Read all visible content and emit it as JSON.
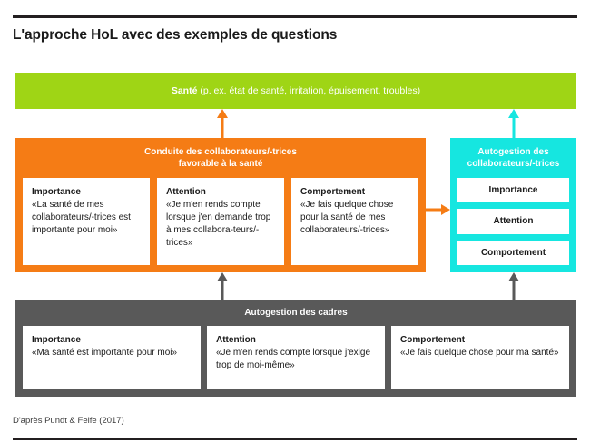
{
  "page": {
    "title": "L'approche HoL avec des exemples de questions",
    "footer_note": "D'après Pundt & Felfe (2017)"
  },
  "colors": {
    "health_green": "#9fd515",
    "leadership_orange": "#f57c15",
    "self_management_cyan": "#16e6e0",
    "executive_gray": "#595959",
    "rule_black": "#231f20",
    "card_white": "#ffffff"
  },
  "health_bar": {
    "label_bold": "Santé",
    "label_rest": " (p. ex. état de santé, irritation, épuisement, troubles)"
  },
  "orange_block": {
    "title_line1": "Conduite des collaborateurs/-trices",
    "title_line2": "favorable à la santé",
    "cards": [
      {
        "title": "Importance",
        "text": "«La santé de mes collaborateurs/-trices est importante pour moi»"
      },
      {
        "title": "Attention",
        "text": "«Je m'en rends compte lorsque j'en demande trop à mes collabora-teurs/-trices»"
      },
      {
        "title": "Comportement",
        "text": "«Je fais quelque chose pour la santé de mes collaborateurs/-trices»"
      }
    ]
  },
  "cyan_block": {
    "title_line1": "Autogestion des",
    "title_line2": "collaborateurs/-trices",
    "rows": [
      {
        "label": "Importance"
      },
      {
        "label": "Attention"
      },
      {
        "label": "Comportement"
      }
    ]
  },
  "gray_block": {
    "title": "Autogestion des cadres",
    "cards": [
      {
        "title": "Importance",
        "text": "«Ma santé est importante pour moi»"
      },
      {
        "title": "Attention",
        "text": "«Je m'en rends compte lorsque j'exige trop de moi-même»"
      },
      {
        "title": "Comportement",
        "text": "«Je fais quelque chose pour ma santé»"
      }
    ]
  },
  "arrows": {
    "orange_up": "arrow-up-orange",
    "cyan_up": "arrow-up-cyan",
    "gray_up_left": "arrow-up-gray",
    "gray_up_right": "arrow-up-gray",
    "orange_right": "arrow-right-orange"
  }
}
